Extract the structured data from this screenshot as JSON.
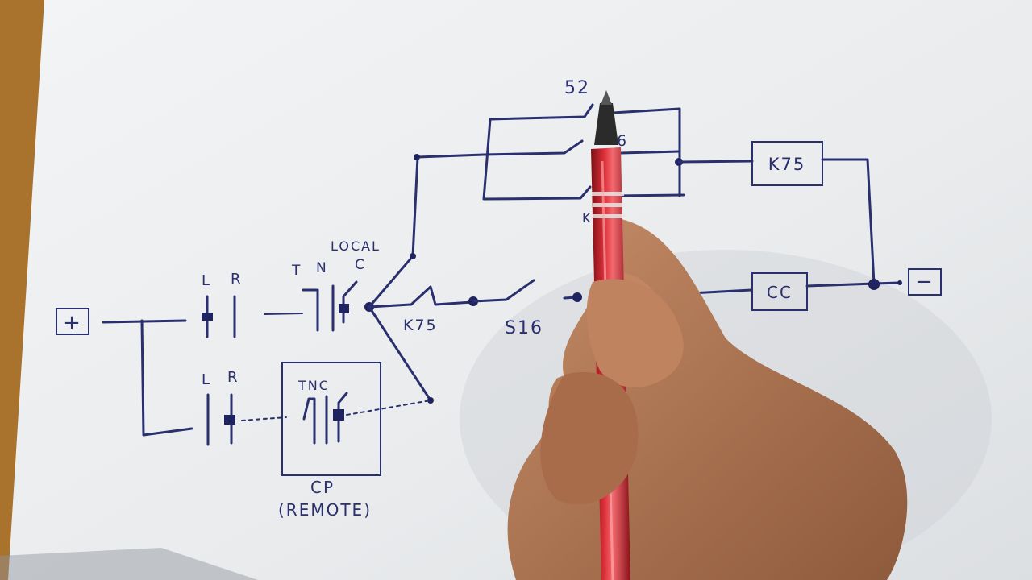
{
  "labels": {
    "plus": "+",
    "minus": "−",
    "top_contact": "52",
    "top_contact_partial": "6",
    "relay_k75": "K75",
    "relay_cc": "CC",
    "local": "LOCAL",
    "l1": "L",
    "r1": "R",
    "t1": "T",
    "n1": "N",
    "c1": "C",
    "l2": "L",
    "r2": "R",
    "tnc2": "TNC",
    "k75_contact": "K75",
    "s16": "S16",
    "cp": "CP",
    "remote": "(REMOTE)",
    "partial_k": "K"
  },
  "colors": {
    "ink": "#2a2f6e",
    "paper": "#eef0f1",
    "pen_body": "#c8202a",
    "hand": "#b9805c"
  }
}
